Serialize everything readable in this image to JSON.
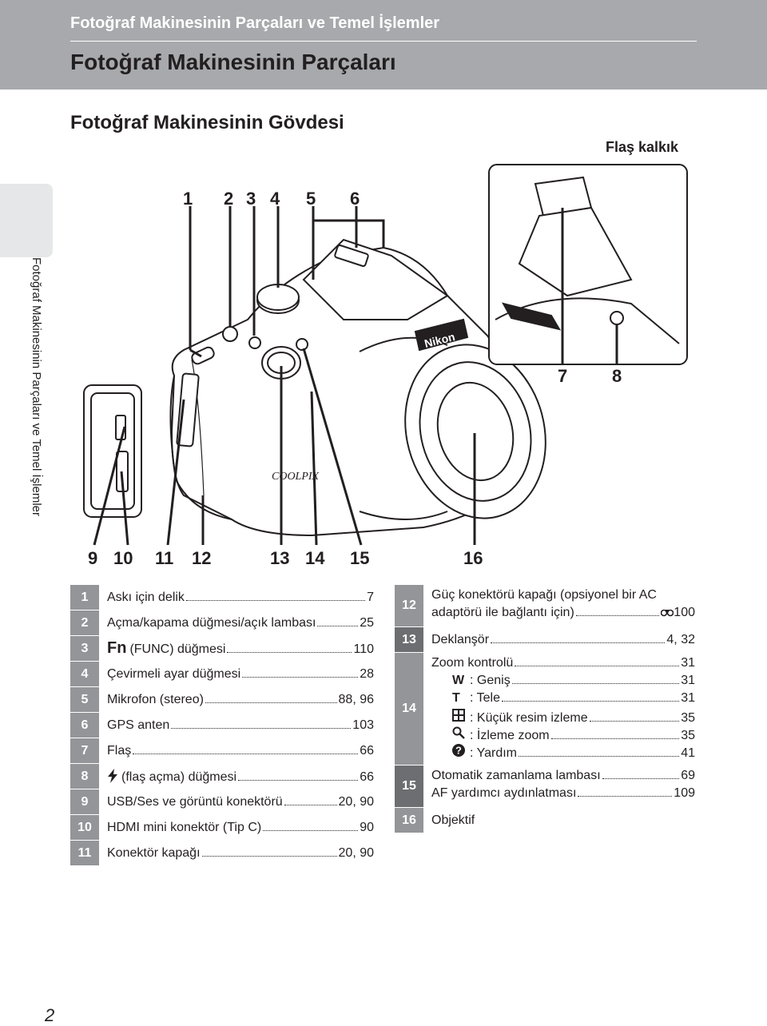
{
  "header": {
    "section": "Fotoğraf Makinesinin Parçaları ve Temel İşlemler",
    "title": "Fotoğraf Makinesinin Parçaları"
  },
  "subtitle": "Fotoğraf Makinesinin Gövdesi",
  "side_tab_text": "Fotoğraf Makinesinin Parçaları ve Temel İşlemler",
  "figure": {
    "flash_label": "Flaş kalkık",
    "top_callouts": [
      "1",
      "2",
      "3",
      "4",
      "5",
      "6"
    ],
    "flash_callouts": [
      "7",
      "8"
    ],
    "bottom_callouts": [
      "9",
      "10",
      "11",
      "12",
      "13",
      "14",
      "15",
      "16"
    ],
    "camera_brand": "Nikon",
    "camera_model": "COOLPIX"
  },
  "legend_left": [
    {
      "num": "1",
      "text": "Askı için delik",
      "page": "7"
    },
    {
      "num": "2",
      "text": "Açma/kapama düğmesi/açık lambası",
      "page": "25"
    },
    {
      "num": "3",
      "icon": "Fn",
      "text": "(FUNC) düğmesi",
      "page": "110"
    },
    {
      "num": "4",
      "text": "Çevirmeli ayar düğmesi",
      "page": "28"
    },
    {
      "num": "5",
      "text": "Mikrofon (stereo)",
      "page": "88, 96"
    },
    {
      "num": "6",
      "text": "GPS anten",
      "page": "103"
    },
    {
      "num": "7",
      "text": "Flaş",
      "page": "66"
    },
    {
      "num": "8",
      "icon": "flash-icon",
      "text": "(flaş açma) düğmesi",
      "page": "66"
    },
    {
      "num": "9",
      "text": "USB/Ses ve görüntü konektörü",
      "page": "20, 90"
    },
    {
      "num": "10",
      "text": "HDMI mini konektör (Tip C)",
      "page": "90"
    },
    {
      "num": "11",
      "text": "Konektör kapağı",
      "page": "20, 90"
    }
  ],
  "legend_right": {
    "r12": {
      "num": "12",
      "line1": "Güç konektörü kapağı (opsiyonel bir AC",
      "line2": "adaptörü ile bağlantı için)",
      "page": "100"
    },
    "r13": {
      "num": "13",
      "text": "Deklanşör",
      "page": "4, 32"
    },
    "r14": {
      "num": "14",
      "title": "Zoom kontrolü",
      "page": "31",
      "items": [
        {
          "icon": "W",
          "text": "Geniş",
          "page": "31"
        },
        {
          "icon": "T",
          "text": "Tele",
          "page": "31"
        },
        {
          "icon": "thumbnail-icon",
          "text": "Küçük resim izleme",
          "page": "35"
        },
        {
          "icon": "zoom-icon",
          "text": "İzleme zoom",
          "page": "35"
        },
        {
          "icon": "help-icon",
          "text": "Yardım",
          "page": "41"
        }
      ]
    },
    "r15": {
      "num": "15",
      "line1": "Otomatik zamanlama lambası",
      "page1": "69",
      "line2": "AF yardımcı aydınlatması",
      "page2": "109"
    },
    "r16": {
      "num": "16",
      "text": "Objektif"
    }
  },
  "page_number": "2"
}
